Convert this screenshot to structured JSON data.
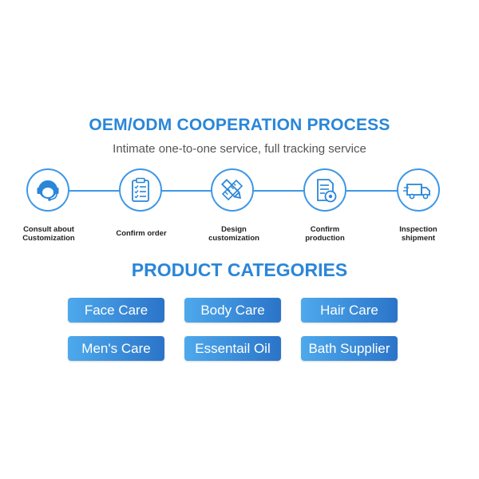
{
  "process": {
    "title": "OEM/ODM COOPERATION PROCESS",
    "subtitle": "Intimate one-to-one service, full tracking service",
    "steps": [
      {
        "label": "Consult about\nCustomization",
        "icon": "headset-icon"
      },
      {
        "label": "Confirm order",
        "icon": "clipboard-icon"
      },
      {
        "label": "Design\ncustomization",
        "icon": "design-tools-icon"
      },
      {
        "label": "Confirm\nproduction",
        "icon": "document-gear-icon"
      },
      {
        "label": "Inspection\nshipment",
        "icon": "truck-icon"
      }
    ]
  },
  "categories": {
    "title": "PRODUCT CATEGORIES",
    "items": [
      "Face Care",
      "Body Care",
      "Hair Care",
      "Men's Care",
      "Essentail Oil",
      "Bath Supplier"
    ]
  },
  "colors": {
    "accent": "#2a86d8",
    "line": "#3d97e6",
    "button_start": "#4ea9ec",
    "button_end": "#2b74c9"
  }
}
